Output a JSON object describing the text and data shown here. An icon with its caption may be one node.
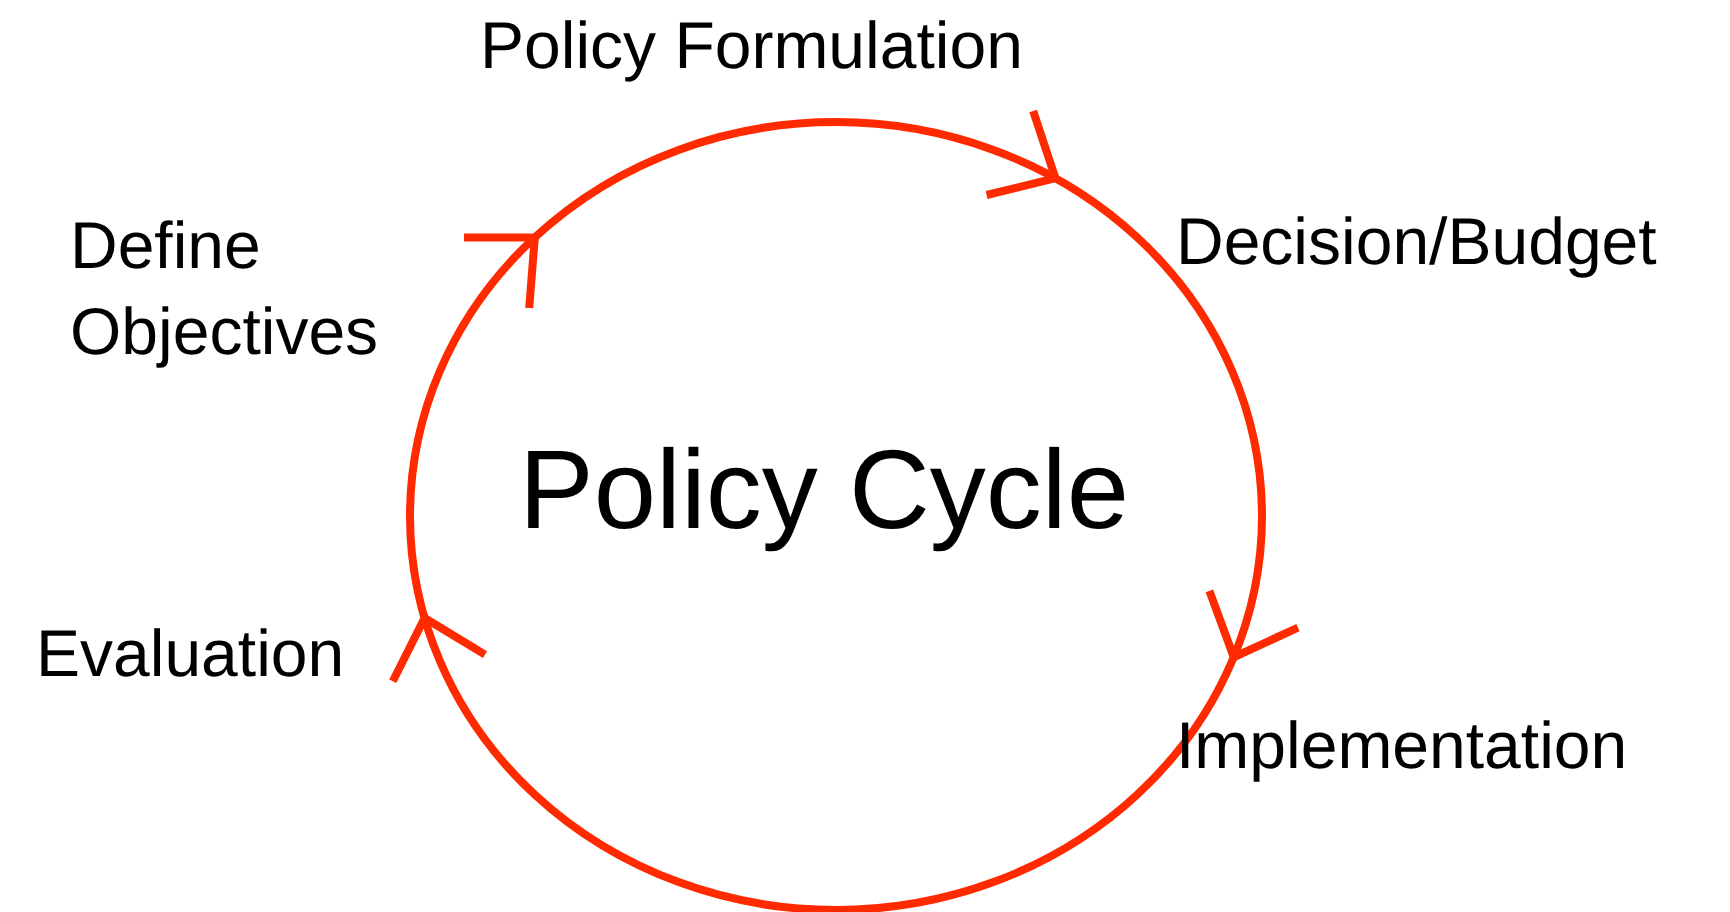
{
  "diagram": {
    "nodes": [
      {
        "text": [
          "Policy Cycle"
        ]
      }
    ],
    "labels": [
      "Policy Formulation",
      "Define Objectives",
      "Decision/Budget",
      "Evaluation",
      "Implementation"
    ]
  }
}
